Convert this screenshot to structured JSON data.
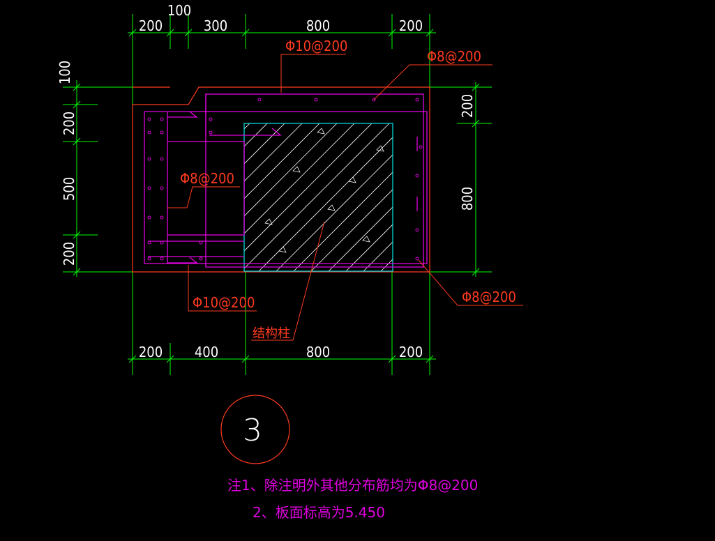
{
  "colors": {
    "background": "#000000",
    "dimension": "#00ff00",
    "dim_text": "#ffffff",
    "outline": "#ff3b1f",
    "rebar": "#e000e0",
    "column": "#00d8d8",
    "hatch": "#ffffff",
    "note": "#e000e0",
    "leader": "#ff3b1f",
    "label": "#ff3b1f"
  },
  "dims": {
    "top_row": [
      "200",
      "300",
      "800",
      "200"
    ],
    "top_small": "100",
    "bottom_row": [
      "200",
      "400",
      "800",
      "200"
    ],
    "left_col": [
      "200",
      "500",
      "200"
    ],
    "left_small": "100",
    "right_col": [
      "200",
      "800"
    ]
  },
  "labels": {
    "top_rebar": "Φ10@200",
    "top_right_rebar": "Φ8@200",
    "left_rebar": "Φ8@200",
    "bottom_rebar": "Φ10@200",
    "right_rebar": "Φ8@200",
    "column": "结构柱"
  },
  "section_mark": "3",
  "notes": {
    "line1": "注1、除注明外其他分布筋均为Φ8@200",
    "line2": "2、板面标高为5.450"
  }
}
